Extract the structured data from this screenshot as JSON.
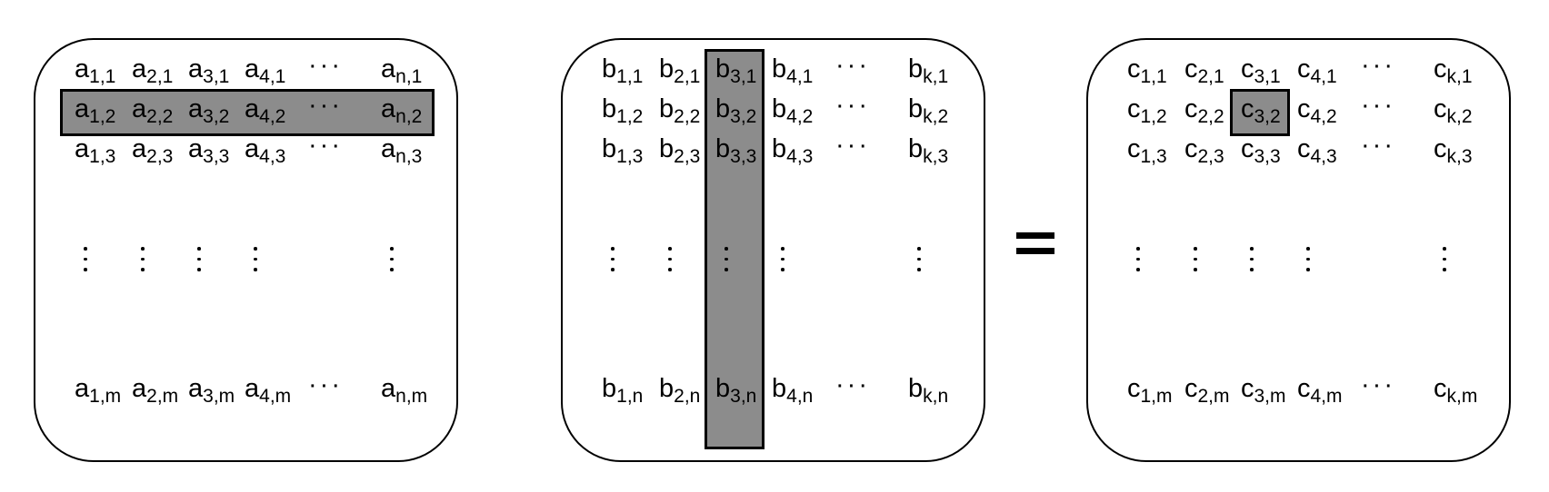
{
  "matrices": [
    {
      "id": "a",
      "letter": "a",
      "rows": [
        {
          "subs": [
            "1,1",
            "2,1",
            "3,1",
            "4,1"
          ],
          "last": "n,1"
        },
        {
          "subs": [
            "1,2",
            "2,2",
            "3,2",
            "4,2"
          ],
          "last": "n,2"
        },
        {
          "subs": [
            "1,3",
            "2,3",
            "3,3",
            "4,3"
          ],
          "last": "n,3"
        },
        {
          "subs": [
            "1,m",
            "2,m",
            "3,m",
            "4,m"
          ],
          "last": "n,m"
        }
      ],
      "highlight": {
        "kind": "row",
        "row": 1
      }
    },
    {
      "id": "b",
      "letter": "b",
      "rows": [
        {
          "subs": [
            "1,1",
            "2,1",
            "3,1",
            "4,1"
          ],
          "last": "k,1"
        },
        {
          "subs": [
            "1,2",
            "2,2",
            "3,2",
            "4,2"
          ],
          "last": "k,2"
        },
        {
          "subs": [
            "1,3",
            "2,3",
            "3,3",
            "4,3"
          ],
          "last": "k,3"
        },
        {
          "subs": [
            "1,n",
            "2,n",
            "3,n",
            "4,n"
          ],
          "last": "k,n"
        }
      ],
      "highlight": {
        "kind": "column",
        "col": 2
      }
    },
    {
      "id": "c",
      "letter": "c",
      "rows": [
        {
          "subs": [
            "1,1",
            "2,1",
            "3,1",
            "4,1"
          ],
          "last": "k,1"
        },
        {
          "subs": [
            "1,2",
            "2,2",
            "3,2",
            "4,2"
          ],
          "last": "k,2"
        },
        {
          "subs": [
            "1,3",
            "2,3",
            "3,3",
            "4,3"
          ],
          "last": "k,3"
        },
        {
          "subs": [
            "1,m",
            "2,m",
            "3,m",
            "4,m"
          ],
          "last": "k,m"
        }
      ],
      "highlight": {
        "kind": "cell",
        "row": 1,
        "col": 2
      }
    }
  ],
  "ellipsis": "···",
  "operator": "=",
  "colors": {
    "highlight_fill": "#8c8c8c",
    "stroke": "#000000",
    "background": "#ffffff"
  }
}
